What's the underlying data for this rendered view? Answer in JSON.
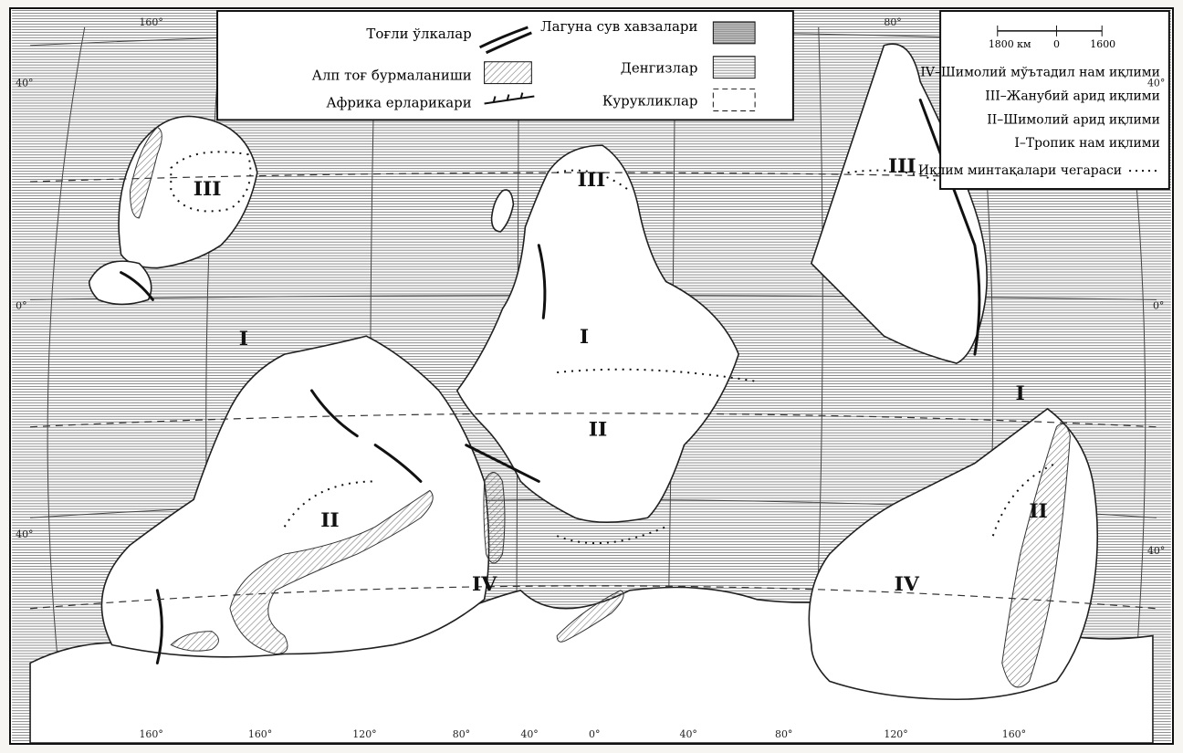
{
  "map": {
    "orientation": "upside-down",
    "ocean_hatch_color": "#8a8a8a",
    "land_fill_color": "#ffffff",
    "line_color": "#202020",
    "legend_box": {
      "items": [
        {
          "symbol": "dense-hatch-box-icon",
          "label": "Лагуна сув хавзалари"
        },
        {
          "symbol": "hatch-box-icon",
          "label": "Денгизлар"
        },
        {
          "symbol": "dashed-box-icon",
          "label": "Курукликлар"
        },
        {
          "symbol": "double-line-icon",
          "label": "Тоғли ўлкалар"
        },
        {
          "symbol": "shaded-oval-icon",
          "label": "Алп тоғ бурмаланиши"
        },
        {
          "symbol": "ridge-line-icon",
          "label": "Африка ерларикари"
        }
      ]
    },
    "climate_legend": {
      "scale_labels": [
        "1600",
        "0",
        "1800 км"
      ],
      "items": [
        "Иқлим минтақалари чегараси",
        "I–Тропик нам иқлими",
        "II–Шимолий арид иқлими",
        "III–Жанубий арид иқлими",
        "IV–Шимолий мўътадил нам иқлими"
      ]
    },
    "zone_labels": [
      {
        "text": "III"
      },
      {
        "text": "III"
      },
      {
        "text": "III"
      },
      {
        "text": "I"
      },
      {
        "text": "I"
      },
      {
        "text": "I"
      },
      {
        "text": "II"
      },
      {
        "text": "II"
      },
      {
        "text": "II"
      },
      {
        "text": "IV"
      },
      {
        "text": "IV"
      }
    ],
    "graticule_labels": {
      "top": [
        "160°",
        "80°"
      ],
      "bottom": [
        "160°",
        "160°",
        "120°",
        "80°",
        "40°",
        "0°",
        "40°",
        "80°",
        "120°",
        "160°"
      ],
      "left": [
        "40°",
        "0°",
        "40°"
      ],
      "right": [
        "40°",
        "0°",
        "40°"
      ]
    }
  }
}
